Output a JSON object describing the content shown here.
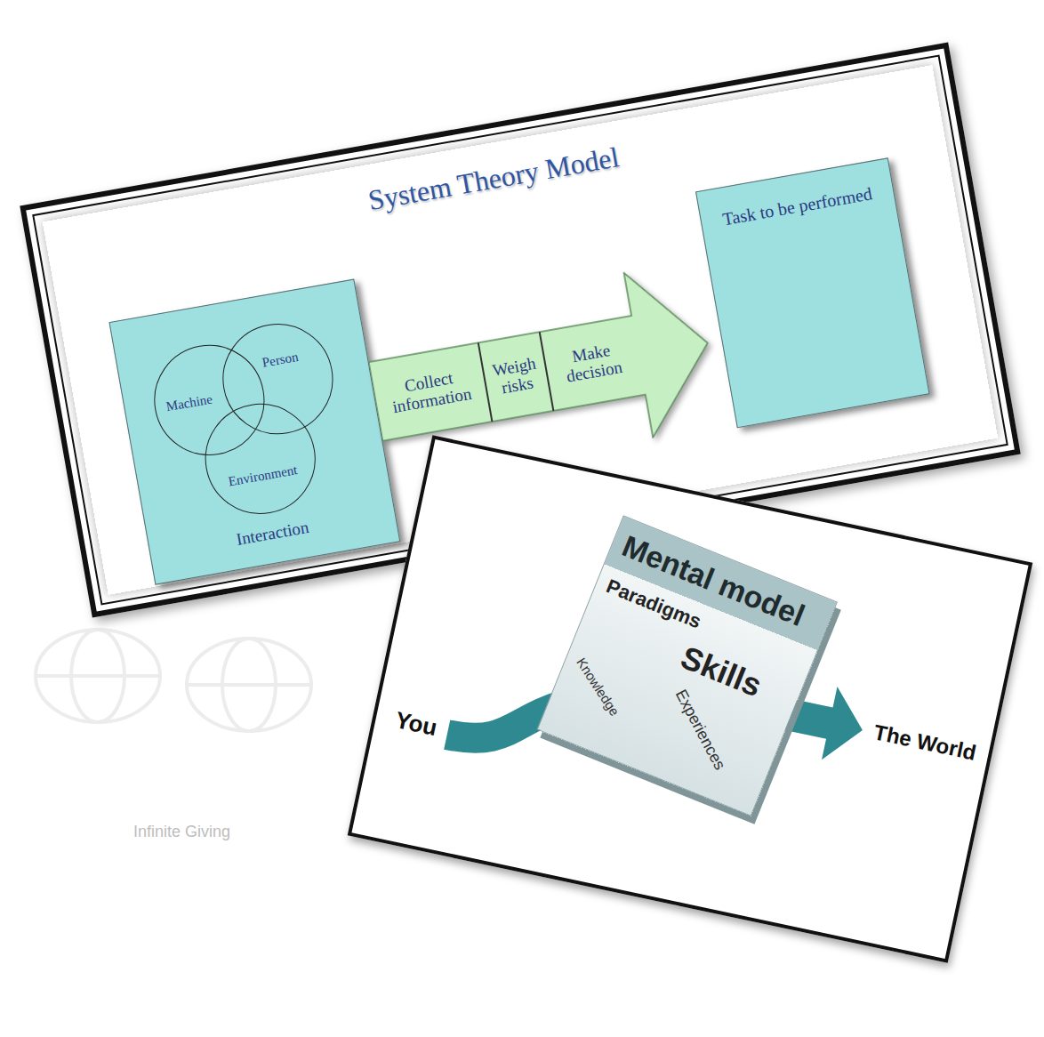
{
  "diagram": {
    "nodes": [
      {
        "text": [
          "System Theory Model"
        ]
      },
      {
        "text": [
          "Interaction"
        ],
        "in": 0
      },
      {
        "text": [
          "Machine"
        ],
        "in": 1
      },
      {
        "text": [
          "Person"
        ],
        "in": 1
      },
      {
        "text": [
          "Environment"
        ],
        "in": 1
      },
      {
        "text": [
          "Collect information",
          "Weigh risks",
          "Make decision"
        ],
        "in": 0
      },
      {
        "text": [
          "Task to be performed"
        ],
        "in": 0
      },
      {
        "text": [
          "Mental model",
          "Paradigms",
          "Skills",
          "Knowledge",
          "Experiences"
        ]
      }
    ],
    "labels": [
      "You",
      "The World",
      "Infinite Giving"
    ]
  }
}
